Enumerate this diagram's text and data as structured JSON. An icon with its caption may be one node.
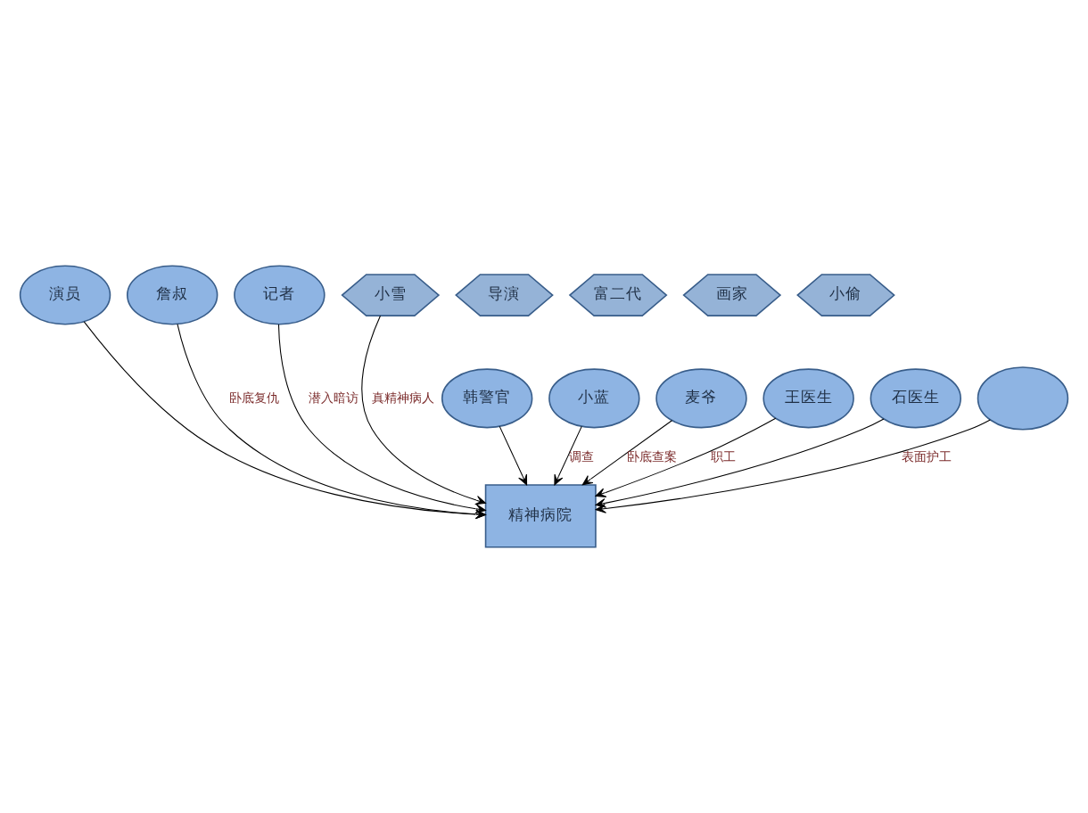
{
  "diagram": {
    "nodes": [
      {
        "text": [
          "演员"
        ]
      },
      {
        "text": [
          "詹叔"
        ]
      },
      {
        "text": [
          "记者"
        ]
      },
      {
        "text": [
          "导演"
        ]
      },
      {
        "text": [
          "富二代"
        ]
      },
      {
        "text": [
          "小雪"
        ]
      },
      {
        "text": [
          "画家"
        ]
      },
      {
        "text": [
          "小偷"
        ]
      },
      {
        "text": [
          "韩警官"
        ]
      },
      {
        "text": [
          "小蓝"
        ]
      },
      {
        "text": [
          "精神病院"
        ]
      },
      {
        "text": [
          "麦爷"
        ]
      },
      {
        "text": [
          "王医生"
        ]
      },
      {
        "text": [
          "石医生"
        ]
      },
      {
        "text": [],
        "shape": "ellipse"
      }
    ],
    "edges": [
      {
        "from": 0,
        "to": 10,
        "arrow": "to"
      },
      {
        "from": 1,
        "to": 10,
        "arrow": "to",
        "label": "卧底复仇"
      },
      {
        "from": 2,
        "to": 10,
        "arrow": "to",
        "label": "潜入暗访"
      },
      {
        "from": 5,
        "to": 10,
        "arrow": "to",
        "label": "真精神病人"
      },
      {
        "from": 8,
        "to": 10,
        "arrow": "to"
      },
      {
        "from": 9,
        "to": 10,
        "arrow": "to",
        "label": "调查"
      },
      {
        "from": 11,
        "to": 10,
        "arrow": "to",
        "label": "卧底查案"
      },
      {
        "from": 12,
        "to": 10,
        "arrow": "to",
        "label": "职工"
      },
      {
        "from": 13,
        "to": 10,
        "arrow": "to"
      },
      {
        "from": 14,
        "to": 10,
        "arrow": "to",
        "label": "表面护工"
      }
    ]
  }
}
